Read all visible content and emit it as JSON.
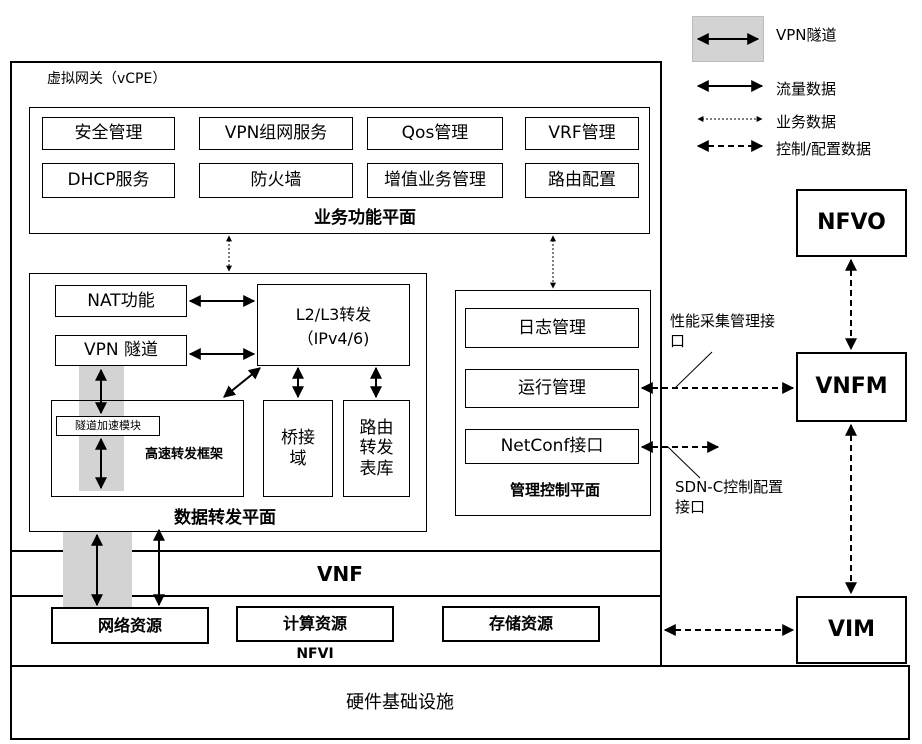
{
  "legend": {
    "vpn_tunnel": "VPN隧道",
    "traffic_data": "流量数据",
    "service_data": "业务数据",
    "control_config_data": "控制/配置数据"
  },
  "vcpe": {
    "title": "虚拟网关（vCPE）",
    "service_plane": {
      "title": "业务功能平面",
      "items": [
        "安全管理",
        "VPN组网服务",
        "Qos管理",
        "VRF管理",
        "DHCP服务",
        "防火墙",
        "增值业务管理",
        "路由配置"
      ]
    },
    "data_plane": {
      "title": "数据转发平面",
      "nat": "NAT功能",
      "vpn_tunnel": "VPN 隧道",
      "l2l3_line1": "L2/L3转发",
      "l2l3_line2": "（IPv4/6)",
      "tunnel_accel": "隧道加速模块",
      "fast_forward": "高速转发框架",
      "bridge": "桥接域",
      "route_table": "路由转发表库"
    },
    "mgmt_plane": {
      "title": "管理控制平面",
      "log": "日志管理",
      "run": "运行管理",
      "netconf": "NetConf接口"
    }
  },
  "vnf": "VNF",
  "nfvi": {
    "title": "NFVI",
    "network": "网络资源",
    "compute": "计算资源",
    "storage": "存储资源"
  },
  "hardware": "硬件基础设施",
  "nfvo": "NFVO",
  "vnfm": "VNFM",
  "vim": "VIM",
  "perf_interface": "性能采集管理接口",
  "sdnc_interface": "SDN-C控制配置接口",
  "colors": {
    "tunnel": "#d3d3d3",
    "line": "#000000"
  }
}
